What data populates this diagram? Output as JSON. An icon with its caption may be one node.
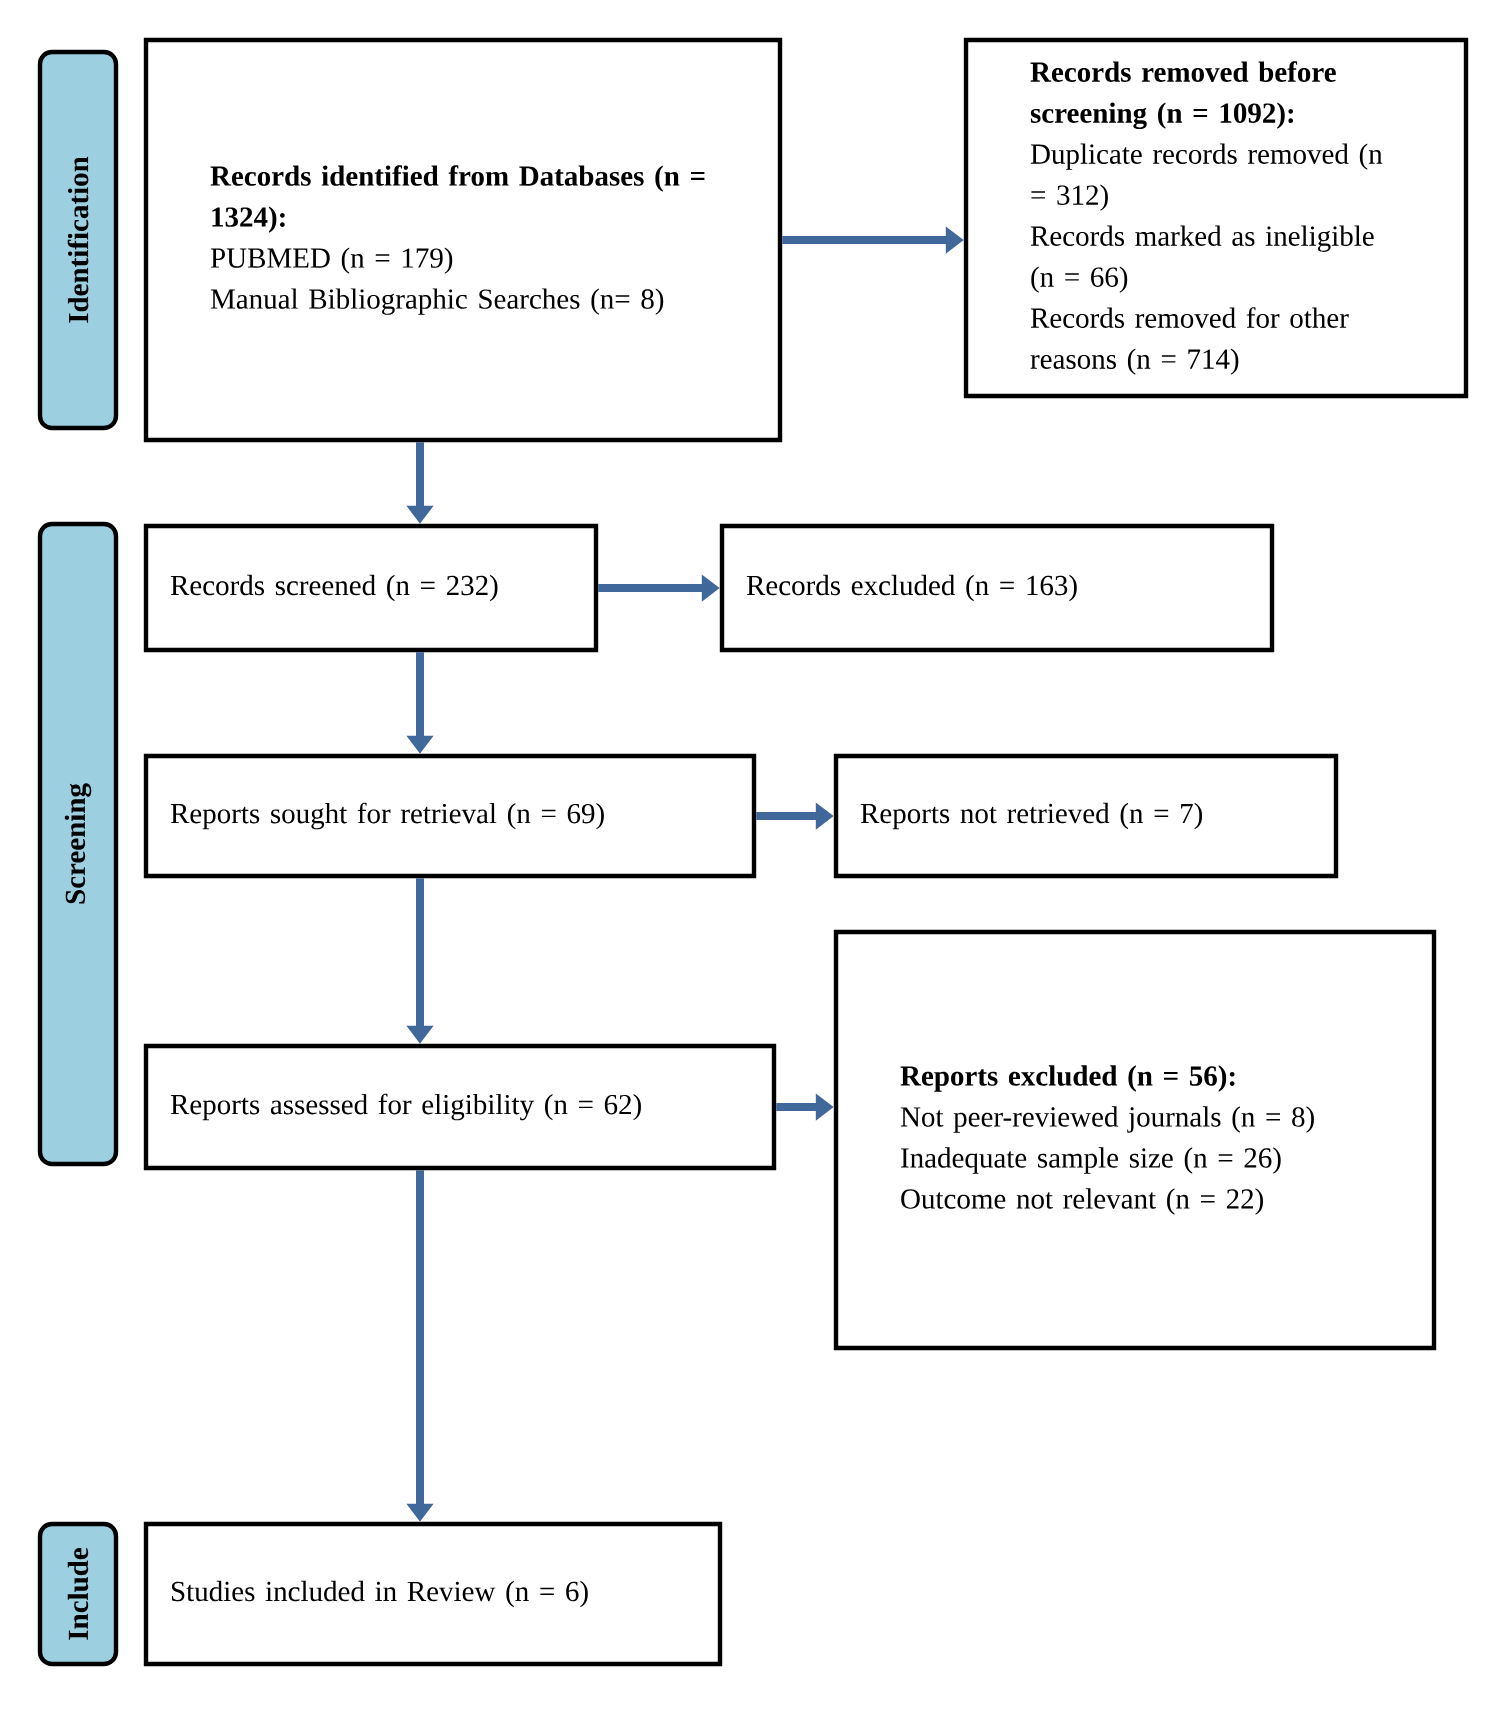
{
  "diagram": {
    "nodes": [
      {
        "text": [
          "Identification"
        ]
      },
      {
        "text": [
          "Records identified from Databases (n = 1324):",
          "PUBMED (n = 179)",
          "Manual Bibliographic Searches (n= 8)"
        ]
      },
      {
        "text": [
          "Records removed before screening (n = 1092):",
          "Duplicate records removed (n = 312)",
          "Records marked as ineligible (n = 66)",
          "Records removed for other reasons (n = 714)"
        ]
      },
      {
        "text": [
          "Screening"
        ]
      },
      {
        "text": [
          "Records screened (n = 232)"
        ]
      },
      {
        "text": [
          "Records excluded (n = 163)"
        ]
      },
      {
        "text": [
          "Reports sought for retrieval (n = 69)"
        ]
      },
      {
        "text": [
          "Reports not retrieved (n = 7)"
        ]
      },
      {
        "text": [
          "Reports assessed for eligibility (n = 62)"
        ]
      },
      {
        "text": [
          "Reports excluded (n = 56):",
          "Not peer-reviewed journals (n = 8)",
          "Inadequate sample size (n = 26)",
          "Outcome not relevant (n = 22)"
        ]
      },
      {
        "text": [
          "Include"
        ]
      },
      {
        "text": [
          "Studies included in Review (n = 6)"
        ]
      }
    ],
    "edges": [
      {
        "from": 1,
        "to": 2,
        "arrow": "to"
      },
      {
        "from": 1,
        "to": 4,
        "arrow": "to"
      },
      {
        "from": 4,
        "to": 5,
        "arrow": "to"
      },
      {
        "from": 4,
        "to": 6,
        "arrow": "to"
      },
      {
        "from": 6,
        "to": 7,
        "arrow": "to"
      },
      {
        "from": 6,
        "to": 8,
        "arrow": "to"
      },
      {
        "from": 8,
        "to": 9,
        "arrow": "to"
      },
      {
        "from": 8,
        "to": 11,
        "arrow": "to"
      }
    ]
  }
}
